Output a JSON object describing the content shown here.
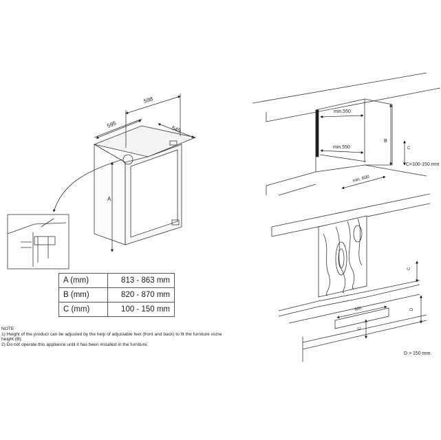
{
  "fridge": {
    "width": "595",
    "depth_top": "598",
    "depth_side": "545",
    "height_label": "A"
  },
  "dimension_table": [
    {
      "label": "A (mm)",
      "value": "813 - 863 mm"
    },
    {
      "label": "B (mm)",
      "value": "820 - 870 mm"
    },
    {
      "label": "C (mm)",
      "value": "100 - 150 mm"
    }
  ],
  "notes": {
    "heading": "NOTE",
    "line1": "1) Height of the product can be adjusted by the help of adjustable feet (front and back) to fit the furniture niche height (B).",
    "line2": "2) Do not operate this appliance until it has been installed in the furniture."
  },
  "niche": {
    "min_top": "min.550",
    "min_bottom": "min.550",
    "min_depth": "min. 600",
    "label_b": "B",
    "label_c": "C",
    "c_note": "C=100-150 mm"
  },
  "plinth": {
    "label_c": "C",
    "label_600": "600",
    "label_c_bottom": "C",
    "label_d": "D",
    "d_note": "D > 150 mm."
  }
}
